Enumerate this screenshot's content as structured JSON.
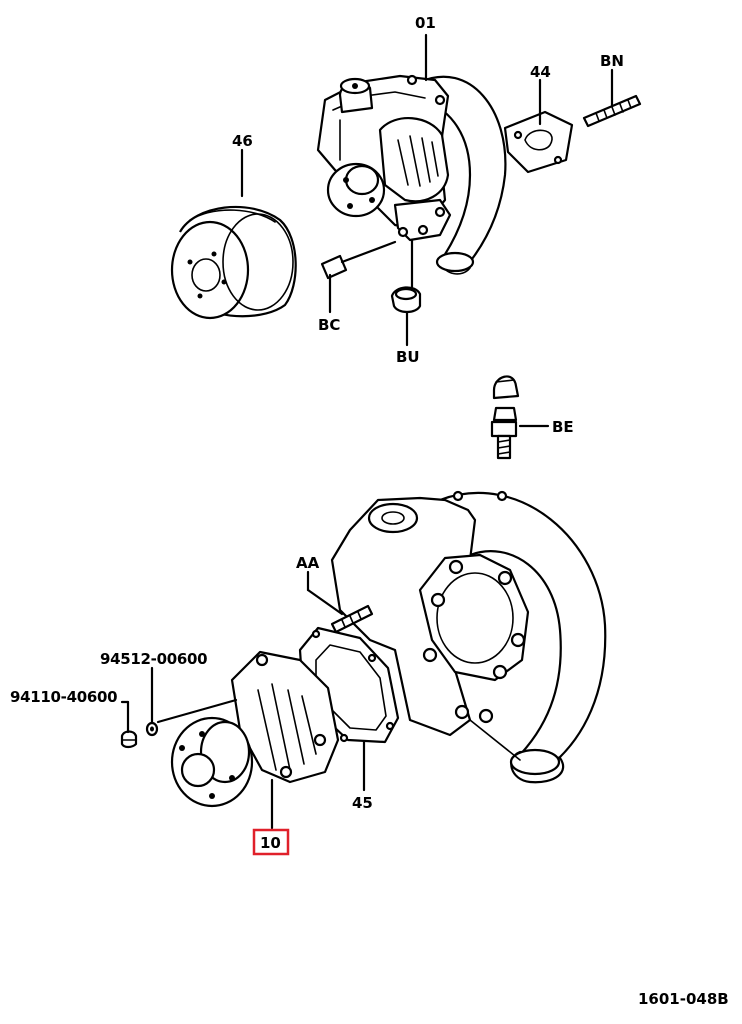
{
  "callouts": {
    "c01": "01",
    "c44": "44",
    "cBN": "BN",
    "c46": "46",
    "cBC": "BC",
    "cBU": "BU",
    "cBE": "BE",
    "cAA": "AA",
    "cWasher": "94512-00600",
    "cNut": "94110-40600",
    "c45": "45",
    "c10": "10"
  },
  "highlighted_part": "10",
  "highlight_color": "#e0202a",
  "diagram_code": "1601-048B"
}
